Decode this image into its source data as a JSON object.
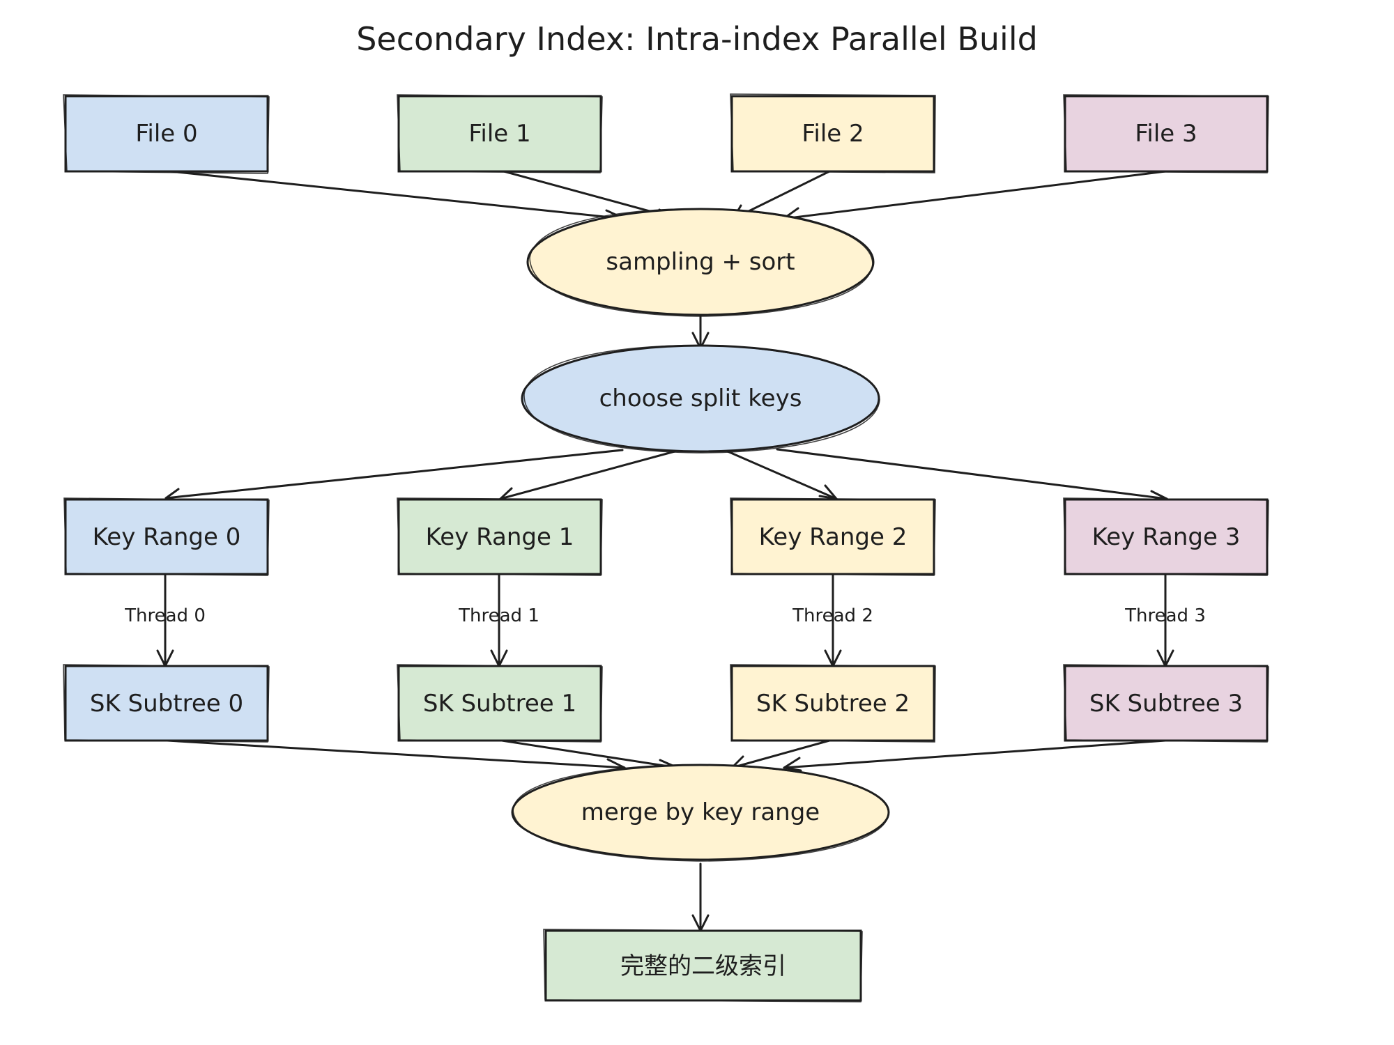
{
  "title": "Secondary Index: Intra-index Parallel Build",
  "colors": {
    "blue": "#cfe0f3",
    "green": "#d6e9d3",
    "yellow": "#fff3d2",
    "pink": "#e8d3e0",
    "stroke": "#1e1e1e"
  },
  "nodes": {
    "file0": "File 0",
    "file1": "File 1",
    "file2": "File 2",
    "file3": "File 3",
    "sampling": "sampling + sort",
    "split": "choose split keys",
    "range0": "Key Range 0",
    "range1": "Key Range 1",
    "range2": "Key Range 2",
    "range3": "Key Range 3",
    "subtree0": "SK Subtree 0",
    "subtree1": "SK Subtree 1",
    "subtree2": "SK Subtree 2",
    "subtree3": "SK Subtree 3",
    "merge": "merge by key range",
    "result": "完整的二级索引"
  },
  "edge_labels": {
    "thread0": "Thread 0",
    "thread1": "Thread 1",
    "thread2": "Thread 2",
    "thread3": "Thread 3"
  }
}
